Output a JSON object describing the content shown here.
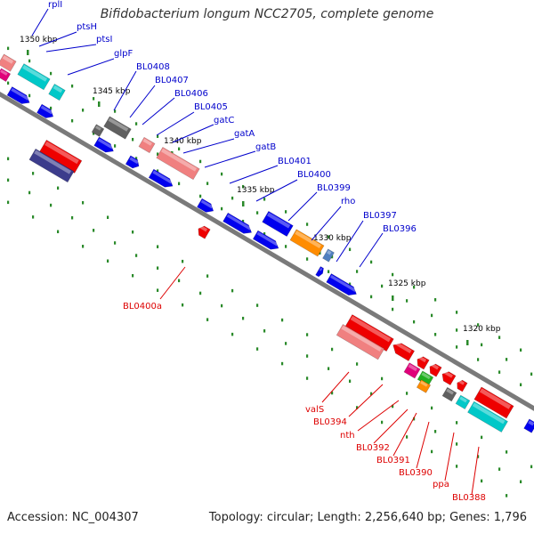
{
  "title": "Bifidobacterium longum NCC2705, complete genome",
  "footer": {
    "accession": "Accession: NC_004307",
    "topology": "Topology: circular; Length: 2,256,640 bp; Genes: 1,796"
  },
  "colors": {
    "forward_strand_label": "#0000cc",
    "reverse_strand_label": "#dd0000",
    "blue": "#0000ee",
    "red": "#ee0000",
    "pink": "#f08080",
    "cyan": "#00c8c8",
    "gray": "#606060",
    "orange": "#ff8c00",
    "navy": "#3c3c8c",
    "magenta": "#e0007a",
    "green": "#20b020",
    "backbone": "#7a7a7a",
    "tick": "#2a8a2a"
  },
  "ruler_ticks_kbp": [
    {
      "label": "1350 kbp",
      "kbp": 1350
    },
    {
      "label": "1345 kbp",
      "kbp": 1345
    },
    {
      "label": "1340 kbp",
      "kbp": 1340
    },
    {
      "label": "1335 kbp",
      "kbp": 1335
    },
    {
      "label": "1330 kbp",
      "kbp": 1330
    },
    {
      "label": "1325 kbp",
      "kbp": 1325
    },
    {
      "label": "1320 kbp",
      "kbp": 1320
    }
  ],
  "forward_genes": [
    "rplI",
    "ptsH",
    "ptsI",
    "glpF",
    "BL0408",
    "BL0407",
    "BL0406",
    "BL0405",
    "gatC",
    "gatA",
    "gatB",
    "BL0401",
    "BL0400",
    "BL0399",
    "rho",
    "BL0397",
    "BL0396"
  ],
  "reverse_genes": [
    "BL0400a",
    "valS",
    "BL0394",
    "nth",
    "BL0392",
    "BL0391",
    "BL0390",
    "ppa",
    "BL0388"
  ]
}
